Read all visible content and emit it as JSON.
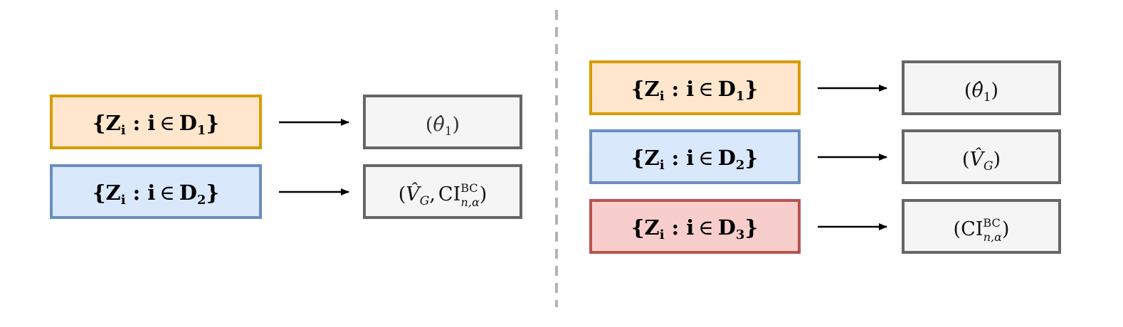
{
  "colors": {
    "orange_fill": "#ffe6cc",
    "orange_stroke": "#d79b00",
    "blue_fill": "#dae8fc",
    "blue_stroke": "#6c8ebf",
    "red_fill": "#f8cecc",
    "red_stroke": "#b85450",
    "gray_fill": "#f5f5f5",
    "gray_stroke": "#666666",
    "divider": "#b3b3b3",
    "arrow": "#000000"
  },
  "left": {
    "inputs": [
      {
        "open": "{",
        "z": "Z",
        "z_sub": "i",
        "colon": ":",
        "i": "i",
        "in": "∈",
        "d": "D",
        "d_sub": "1",
        "close": "}"
      },
      {
        "open": "{",
        "z": "Z",
        "z_sub": "i",
        "colon": ":",
        "i": "i",
        "in": "∈",
        "d": "D",
        "d_sub": "2",
        "close": "}"
      }
    ],
    "outputs": [
      {
        "lparen": "(",
        "theta": "θ̂",
        "theta_sub": "1",
        "rparen": ")"
      },
      {
        "lparen": "(",
        "v": "V̂",
        "v_sub": "G",
        "comma": ",",
        "ci": "CI",
        "ci_sup": "BC",
        "ci_sub": "n,α",
        "rparen": ")"
      }
    ]
  },
  "right": {
    "inputs": [
      {
        "open": "{",
        "z": "Z",
        "z_sub": "i",
        "colon": ":",
        "i": "i",
        "in": "∈",
        "d": "D",
        "d_sub": "1",
        "close": "}"
      },
      {
        "open": "{",
        "z": "Z",
        "z_sub": "i",
        "colon": ":",
        "i": "i",
        "in": "∈",
        "d": "D",
        "d_sub": "2",
        "close": "}"
      },
      {
        "open": "{",
        "z": "Z",
        "z_sub": "i",
        "colon": ":",
        "i": "i",
        "in": "∈",
        "d": "D",
        "d_sub": "3",
        "close": "}"
      }
    ],
    "outputs": [
      {
        "lparen": "(",
        "theta": "θ̂",
        "theta_sub": "1",
        "rparen": ")"
      },
      {
        "lparen": "(",
        "v": "V̂",
        "v_sub": "G",
        "rparen": ")"
      },
      {
        "lparen": "(",
        "ci": "CI",
        "ci_sup": "BC",
        "ci_sub": "n,α",
        "rparen": ")"
      }
    ]
  }
}
